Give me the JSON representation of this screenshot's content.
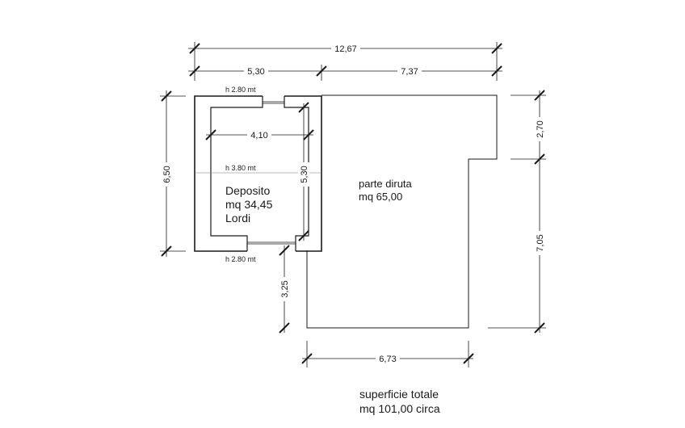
{
  "dimensions": {
    "total_width": "12,67",
    "left_width": "5,30",
    "right_width": "7,37",
    "left_height": "6,50",
    "right_top": "2,70",
    "right_bottom": "7,05",
    "inner_width": "4,10",
    "inner_height": "5,30",
    "lower_offset": "3,25",
    "bottom_width": "6,73"
  },
  "heights": {
    "top": "h 2.80 mt",
    "middle": "h 3.80 mt",
    "bottom": "h 2.80 mt"
  },
  "deposito": {
    "name": "Deposito",
    "area": "mq 34,45",
    "note": "Lordi"
  },
  "ruin": {
    "name": "parte diruta",
    "area": "mq 65,00"
  },
  "total": {
    "label": "superficie totale",
    "area": "mq 101,00 circa"
  }
}
